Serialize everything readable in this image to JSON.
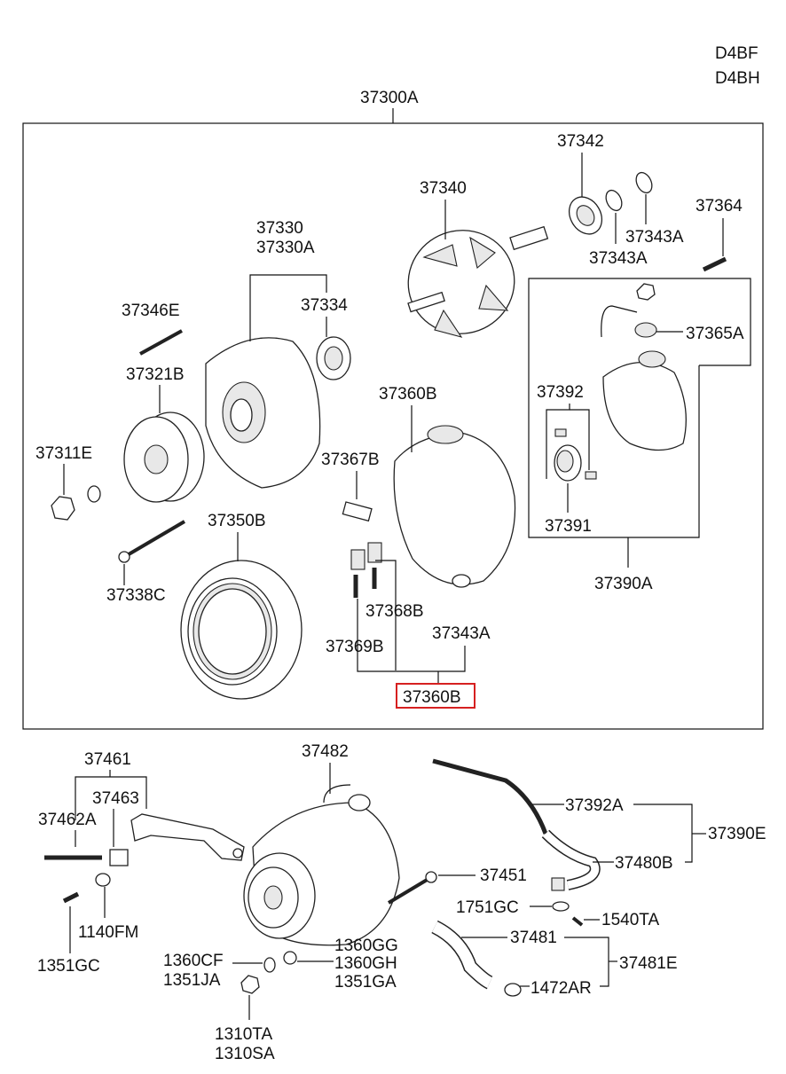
{
  "engine_codes": [
    "D4BF",
    "D4BH"
  ],
  "assembly_label": "37300A",
  "highlighted_part": "37360B",
  "labels": {
    "p37342": "37342",
    "p37340": "37340",
    "p37364": "37364",
    "p37343A_1": "37343A",
    "p37343A_2": "37343A",
    "p37330": "37330",
    "p37330A": "37330A",
    "p37334": "37334",
    "p37346E": "37346E",
    "p37365A": "37365A",
    "p37321B": "37321B",
    "p37360B": "37360B",
    "p37392": "37392",
    "p37311E": "37311E",
    "p37367B": "37367B",
    "p37350B": "37350B",
    "p37391": "37391",
    "p37338C": "37338C",
    "p37390A": "37390A",
    "p37368B": "37368B",
    "p37343A_3": "37343A",
    "p37369B": "37369B",
    "p37360B_box": "37360B",
    "p37461": "37461",
    "p37482": "37482",
    "p37463": "37463",
    "p37462A": "37462A",
    "p37392A": "37392A",
    "p37390E": "37390E",
    "p37480B": "37480B",
    "p37451": "37451",
    "p1751GC": "1751GC",
    "p1140FM": "1140FM",
    "p1540TA": "1540TA",
    "p37481": "37481",
    "p37481E": "37481E",
    "p1360GG": "1360GG",
    "p1360GH": "1360GH",
    "p1351GA": "1351GA",
    "p1360CF": "1360CF",
    "p1351JA": "1351JA",
    "p1351GC": "1351GC",
    "p1472AR": "1472AR",
    "p1310TA": "1310TA",
    "p1310SA": "1310SA"
  },
  "colors": {
    "highlight": "#d62020",
    "line": "#111111"
  }
}
